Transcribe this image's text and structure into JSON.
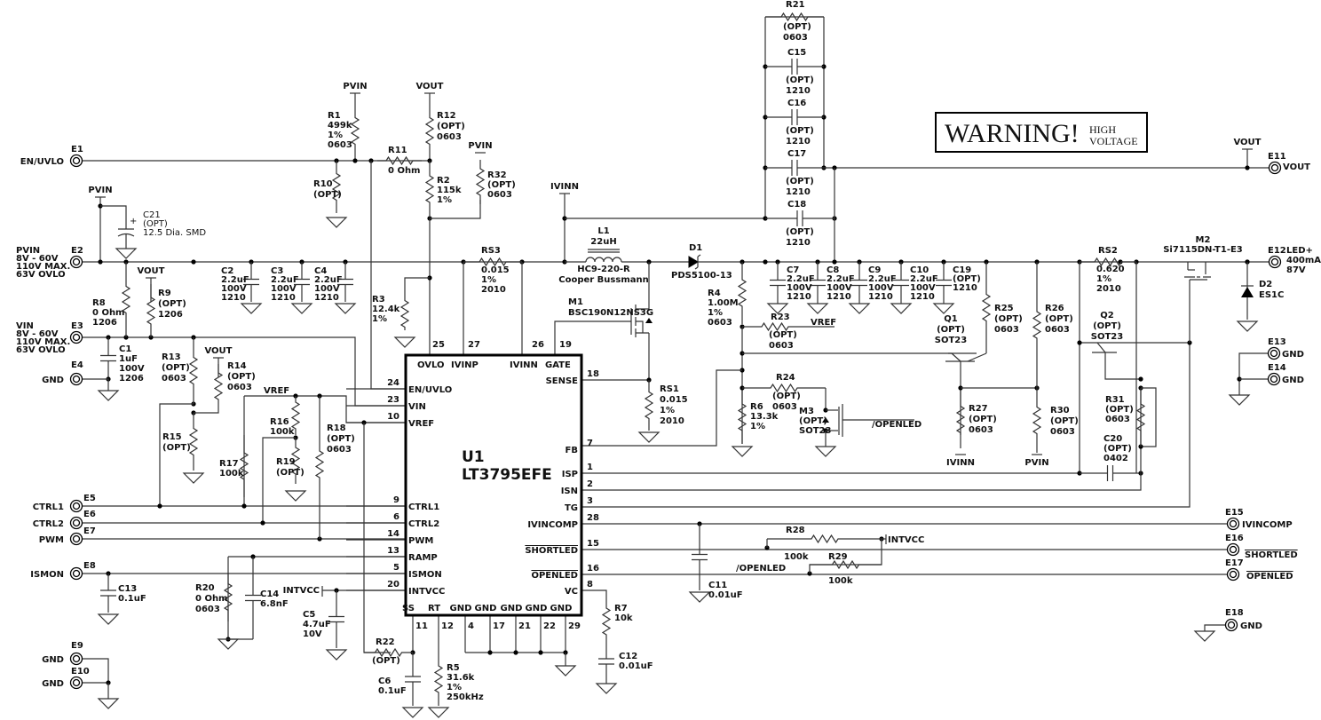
{
  "ic": {
    "ref": "U1",
    "part": "LT3795EFE",
    "pins_top": [
      {
        "name": "OVLO",
        "num": "25"
      },
      {
        "name": "IVINP",
        "num": "27"
      },
      {
        "name": "IVINN",
        "num": "26"
      },
      {
        "name": "GATE",
        "num": "19"
      }
    ],
    "pins_left": [
      {
        "name": "EN/UVLO",
        "num": "24"
      },
      {
        "name": "VIN",
        "num": "23"
      },
      {
        "name": "VREF",
        "num": "10"
      },
      {
        "name": "CTRL1",
        "num": "9"
      },
      {
        "name": "CTRL2",
        "num": "6"
      },
      {
        "name": "PWM",
        "num": "14"
      },
      {
        "name": "RAMP",
        "num": "13"
      },
      {
        "name": "ISMON",
        "num": "5"
      },
      {
        "name": "INTVCC",
        "num": "20"
      }
    ],
    "pins_right": [
      {
        "name": "SENSE",
        "num": "18"
      },
      {
        "name": "FB",
        "num": "7"
      },
      {
        "name": "ISP",
        "num": "1"
      },
      {
        "name": "ISN",
        "num": "2"
      },
      {
        "name": "TG",
        "num": "3"
      },
      {
        "name": "IVINCOMP",
        "num": "28"
      },
      {
        "name": "SHORTLED",
        "num": "15"
      },
      {
        "name": "OPENLED",
        "num": "16"
      },
      {
        "name": "VC",
        "num": "8"
      }
    ],
    "pins_bottom": [
      {
        "name": "SS",
        "num": "11"
      },
      {
        "name": "RT",
        "num": "12"
      },
      {
        "name": "GND",
        "num": "4"
      },
      {
        "name": "GND",
        "num": "17"
      },
      {
        "name": "GND",
        "num": "21"
      },
      {
        "name": "GND",
        "num": "22"
      },
      {
        "name": "GND",
        "num": "29"
      }
    ]
  },
  "terminals": {
    "E1": {
      "ref": "E1",
      "label": "EN/UVLO"
    },
    "E2": {
      "ref": "E2",
      "label": [
        "PVIN",
        "8V - 60V",
        "110V MAX.",
        "63V OVLO"
      ]
    },
    "E3": {
      "ref": "E3",
      "label": [
        "VIN",
        "8V - 60V",
        "110V MAX.",
        "63V OVLO"
      ]
    },
    "E4": {
      "ref": "E4",
      "label": "GND"
    },
    "E5": {
      "ref": "E5",
      "label": "CTRL1"
    },
    "E6": {
      "ref": "E6",
      "label": "CTRL2"
    },
    "E7": {
      "ref": "E7",
      "label": "PWM"
    },
    "E8": {
      "ref": "E8",
      "label": "ISMON"
    },
    "E9": {
      "ref": "E9",
      "label": "GND"
    },
    "E10": {
      "ref": "E10",
      "label": "GND"
    },
    "E11": {
      "ref": "E11",
      "label": "VOUT"
    },
    "E12": {
      "ref": "E12",
      "label": [
        "LED+",
        "400mA",
        "87V"
      ]
    },
    "E13": {
      "ref": "E13",
      "label": "GND"
    },
    "E14": {
      "ref": "E14",
      "label": "GND"
    },
    "E15": {
      "ref": "E15",
      "label": "IVINCOMP"
    },
    "E16": {
      "ref": "E16",
      "label": "SHORTLED"
    },
    "E17": {
      "ref": "E17",
      "label": "OPENLED"
    },
    "E18": {
      "ref": "E18",
      "label": "GND"
    }
  },
  "components": {
    "R1": [
      "R1",
      "499k",
      "1%",
      "0603"
    ],
    "R2": [
      "R2",
      "115k",
      "1%"
    ],
    "R3": [
      "R3",
      "12.4k",
      "1%"
    ],
    "R4": [
      "R4",
      "1.00M",
      "1%",
      "0603"
    ],
    "R5": [
      "R5",
      "31.6k",
      "1%",
      "250kHz"
    ],
    "R6": [
      "R6",
      "13.3k",
      "1%"
    ],
    "R7": [
      "R7",
      "10k"
    ],
    "R8": [
      "R8",
      "0 Ohm",
      "1206"
    ],
    "R9": [
      "R9",
      "(OPT)",
      "1206"
    ],
    "R10": [
      "R10",
      "(OPT)"
    ],
    "R11": [
      "R11",
      "0 Ohm"
    ],
    "R12": [
      "R12",
      "(OPT)",
      "0603"
    ],
    "R13": [
      "R13",
      "(OPT)",
      "0603"
    ],
    "R14": [
      "R14",
      "(OPT)",
      "0603"
    ],
    "R15": [
      "R15",
      "(OPT)"
    ],
    "R16": [
      "R16",
      "100k"
    ],
    "R17": [
      "R17",
      "100k"
    ],
    "R18": [
      "R18",
      "(OPT)",
      "0603"
    ],
    "R19": [
      "R19",
      "(OPT)"
    ],
    "R20": [
      "R20",
      "0 Ohm",
      "0603"
    ],
    "R21": [
      "R21",
      "(OPT)",
      "0603"
    ],
    "R22": [
      "R22",
      "(OPT)"
    ],
    "R23": [
      "R23",
      "(OPT)",
      "0603"
    ],
    "R24": [
      "R24",
      "(OPT)",
      "0603"
    ],
    "R25": [
      "R25",
      "(OPT)",
      "0603"
    ],
    "R26": [
      "R26",
      "(OPT)",
      "0603"
    ],
    "R27": [
      "R27",
      "(OPT)",
      "0603"
    ],
    "R28": [
      "R28",
      "100k"
    ],
    "R29": [
      "R29",
      "100k"
    ],
    "R30": [
      "R30",
      "(OPT)",
      "0603"
    ],
    "R31": [
      "R31",
      "(OPT)",
      "0603"
    ],
    "R32": [
      "R32",
      "(OPT)",
      "0603"
    ],
    "RS1": [
      "RS1",
      "0.015",
      "1%",
      "2010"
    ],
    "RS2": [
      "RS2",
      "0.620",
      "1%",
      "2010"
    ],
    "RS3": [
      "RS3",
      "0.015",
      "1%",
      "2010"
    ],
    "C1": [
      "C1",
      "1uF",
      "100V",
      "1206"
    ],
    "C2": [
      "C2",
      "2.2uF",
      "100V",
      "1210"
    ],
    "C3": [
      "C3",
      "2.2uF",
      "100V",
      "1210"
    ],
    "C4": [
      "C4",
      "2.2uF",
      "100V",
      "1210"
    ],
    "C5": [
      "C5",
      "4.7uF",
      "10V"
    ],
    "C6": [
      "C6",
      "0.1uF"
    ],
    "C7": [
      "C7",
      "2.2uF",
      "100V",
      "1210"
    ],
    "C8": [
      "C8",
      "2.2uF",
      "100V",
      "1210"
    ],
    "C9": [
      "C9",
      "2.2uF",
      "100V",
      "1210"
    ],
    "C10": [
      "C10",
      "2.2uF",
      "100V",
      "1210"
    ],
    "C11": [
      "C11",
      "0.01uF"
    ],
    "C12": [
      "C12",
      "0.01uF"
    ],
    "C13": [
      "C13",
      "0.1uF"
    ],
    "C14": [
      "C14",
      "6.8nF"
    ],
    "C15": [
      "C15",
      "(OPT)",
      "1210"
    ],
    "C16": [
      "C16",
      "(OPT)",
      "1210"
    ],
    "C17": [
      "C17",
      "(OPT)",
      "1210"
    ],
    "C18": [
      "C18",
      "(OPT)",
      "1210"
    ],
    "C19": [
      "C19",
      "(OPT)",
      "1210"
    ],
    "C20": [
      "C20",
      "(OPT)",
      "0402"
    ],
    "C21": [
      "C21",
      "(OPT)",
      "12.5 Dia. SMD"
    ],
    "L1": [
      "L1",
      "22uH"
    ],
    "L1b": [
      "HC9-220-R",
      "Cooper Bussmann"
    ],
    "D1": [
      "D1"
    ],
    "D1b": [
      "PDS5100-13"
    ],
    "D2": [
      "D2",
      "ES1C"
    ],
    "M1": [
      "M1",
      "BSC190N12NS3G"
    ],
    "M2": [
      "M2",
      "Si7115DN-T1-E3"
    ],
    "M3": [
      "M3",
      "(OPT)",
      "SOT23"
    ],
    "Q1": [
      "Q1",
      "(OPT)",
      "SOT23"
    ],
    "Q2": [
      "Q2",
      "(OPT)",
      "SOT23"
    ]
  },
  "nets": {
    "pvin": "PVIN",
    "vout": "VOUT",
    "vref": "VREF",
    "ivinn": "IVINN",
    "intvcc": "INTVCC",
    "openled": "/OPENLED"
  },
  "warning": {
    "main": "WARNING!",
    "line1": "HIGH",
    "line2": "VOLTAGE"
  }
}
